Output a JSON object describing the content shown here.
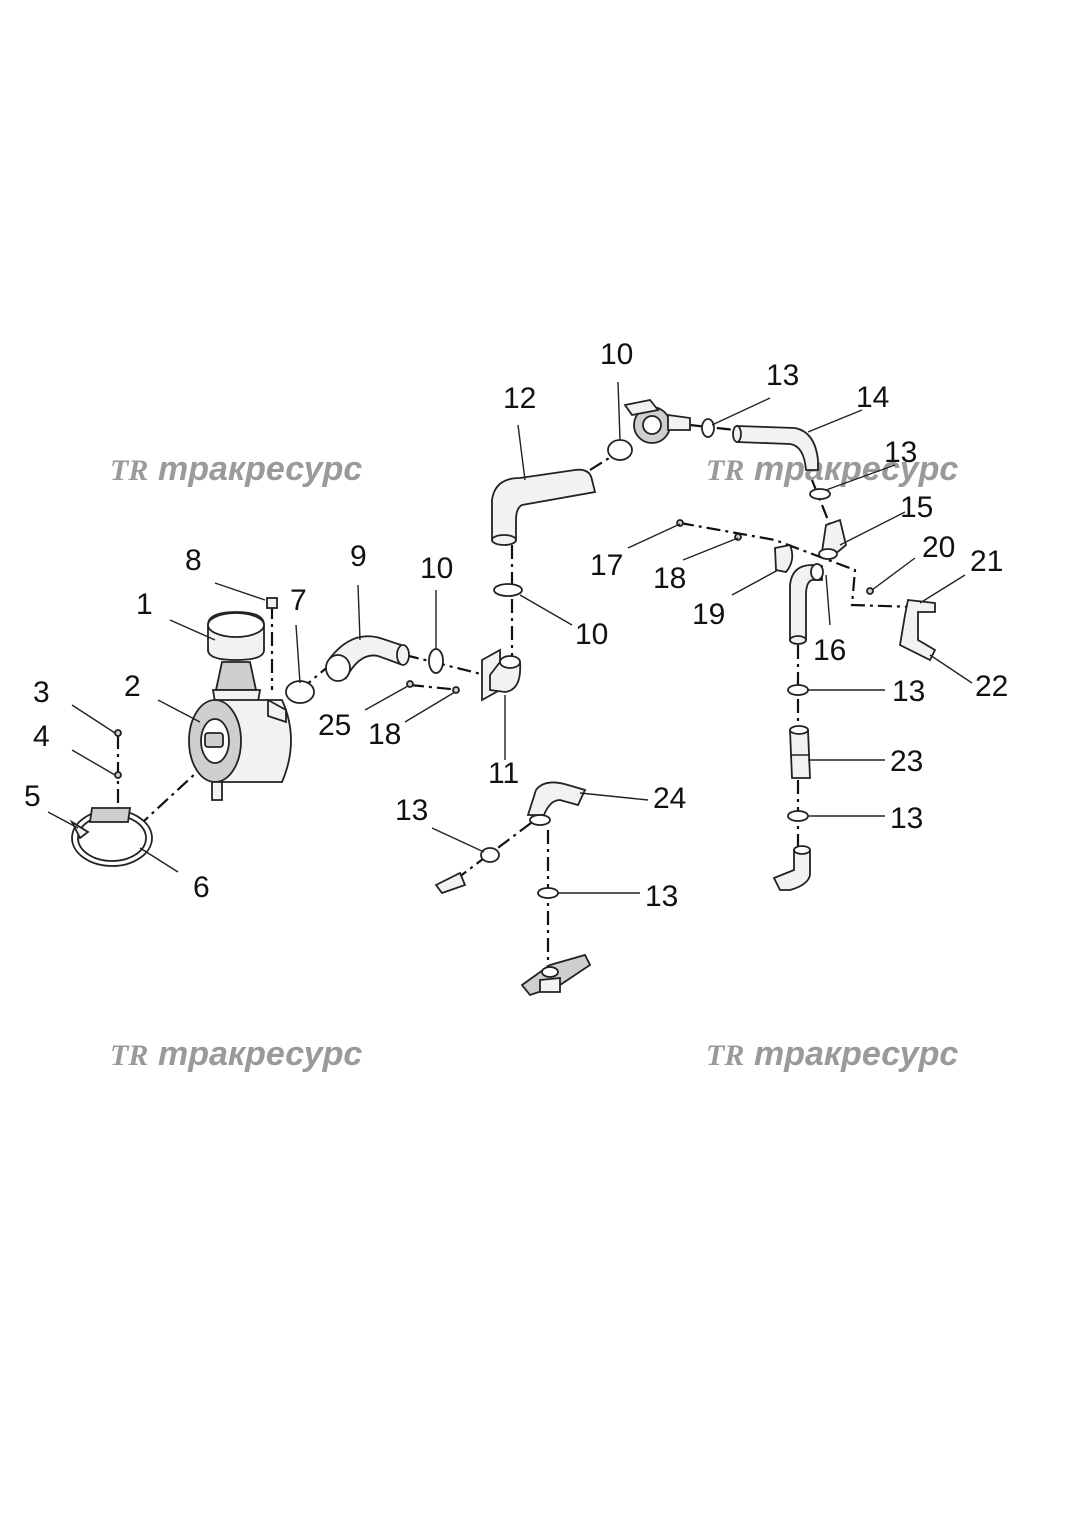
{
  "watermark": {
    "text": "тракресурс",
    "logo": "TR"
  },
  "callouts": {
    "c1": "1",
    "c2": "2",
    "c3": "3",
    "c4": "4",
    "c5": "5",
    "c6": "6",
    "c7": "7",
    "c8": "8",
    "c9": "9",
    "c10a": "10",
    "c10b": "10",
    "c10c": "10",
    "c11": "11",
    "c12": "12",
    "c13a": "13",
    "c13b": "13",
    "c13c": "13",
    "c13d": "13",
    "c13e": "13",
    "c13f": "13",
    "c14": "14",
    "c15": "15",
    "c16": "16",
    "c17": "17",
    "c18a": "18",
    "c18b": "18",
    "c19": "19",
    "c20": "20",
    "c21": "21",
    "c22": "22",
    "c23": "23",
    "c24": "24",
    "c25": "25"
  }
}
